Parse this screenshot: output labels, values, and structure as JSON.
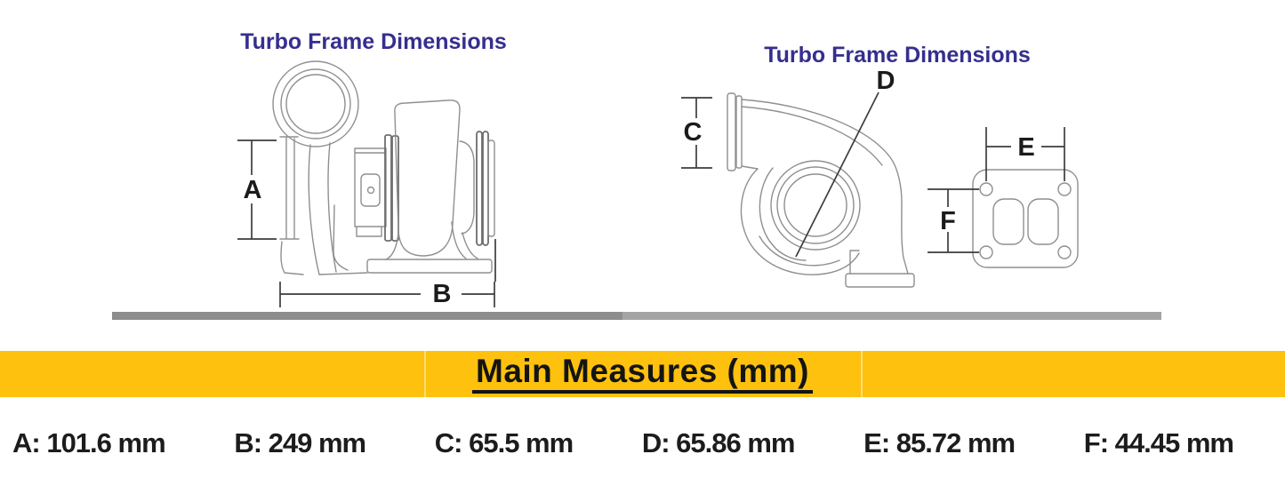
{
  "titles": {
    "left": "Turbo Frame Dimensions",
    "right": "Turbo Frame Dimensions"
  },
  "banner": {
    "title": "Main Measures (mm)"
  },
  "dimension_labels": {
    "a": "A",
    "b": "B",
    "c": "C",
    "d": "D",
    "e": "E",
    "f": "F"
  },
  "measures": [
    {
      "label": "A",
      "value": 101.6,
      "unit": "mm",
      "text": "A: 101.6 mm"
    },
    {
      "label": "B",
      "value": 249,
      "unit": "mm",
      "text": "B: 249 mm"
    },
    {
      "label": "C",
      "value": 65.5,
      "unit": "mm",
      "text": "C: 65.5 mm"
    },
    {
      "label": "D",
      "value": 65.86,
      "unit": "mm",
      "text": "D: 65.86 mm"
    },
    {
      "label": "E",
      "value": 85.72,
      "unit": "mm",
      "text": "E: 85.72 mm"
    },
    {
      "label": "F",
      "value": 44.45,
      "unit": "mm",
      "text": "F: 44.45 mm"
    }
  ],
  "colors": {
    "title": "#362e8e",
    "banner": "#fdc10e",
    "banner_text": "#141414",
    "measure_text": "#1c1c1c",
    "drawing_line": "#8f8f8f",
    "dimension_line": "#3d3d3d",
    "bar_left": "#8d8d8d",
    "bar_right": "#a4a4a4"
  }
}
